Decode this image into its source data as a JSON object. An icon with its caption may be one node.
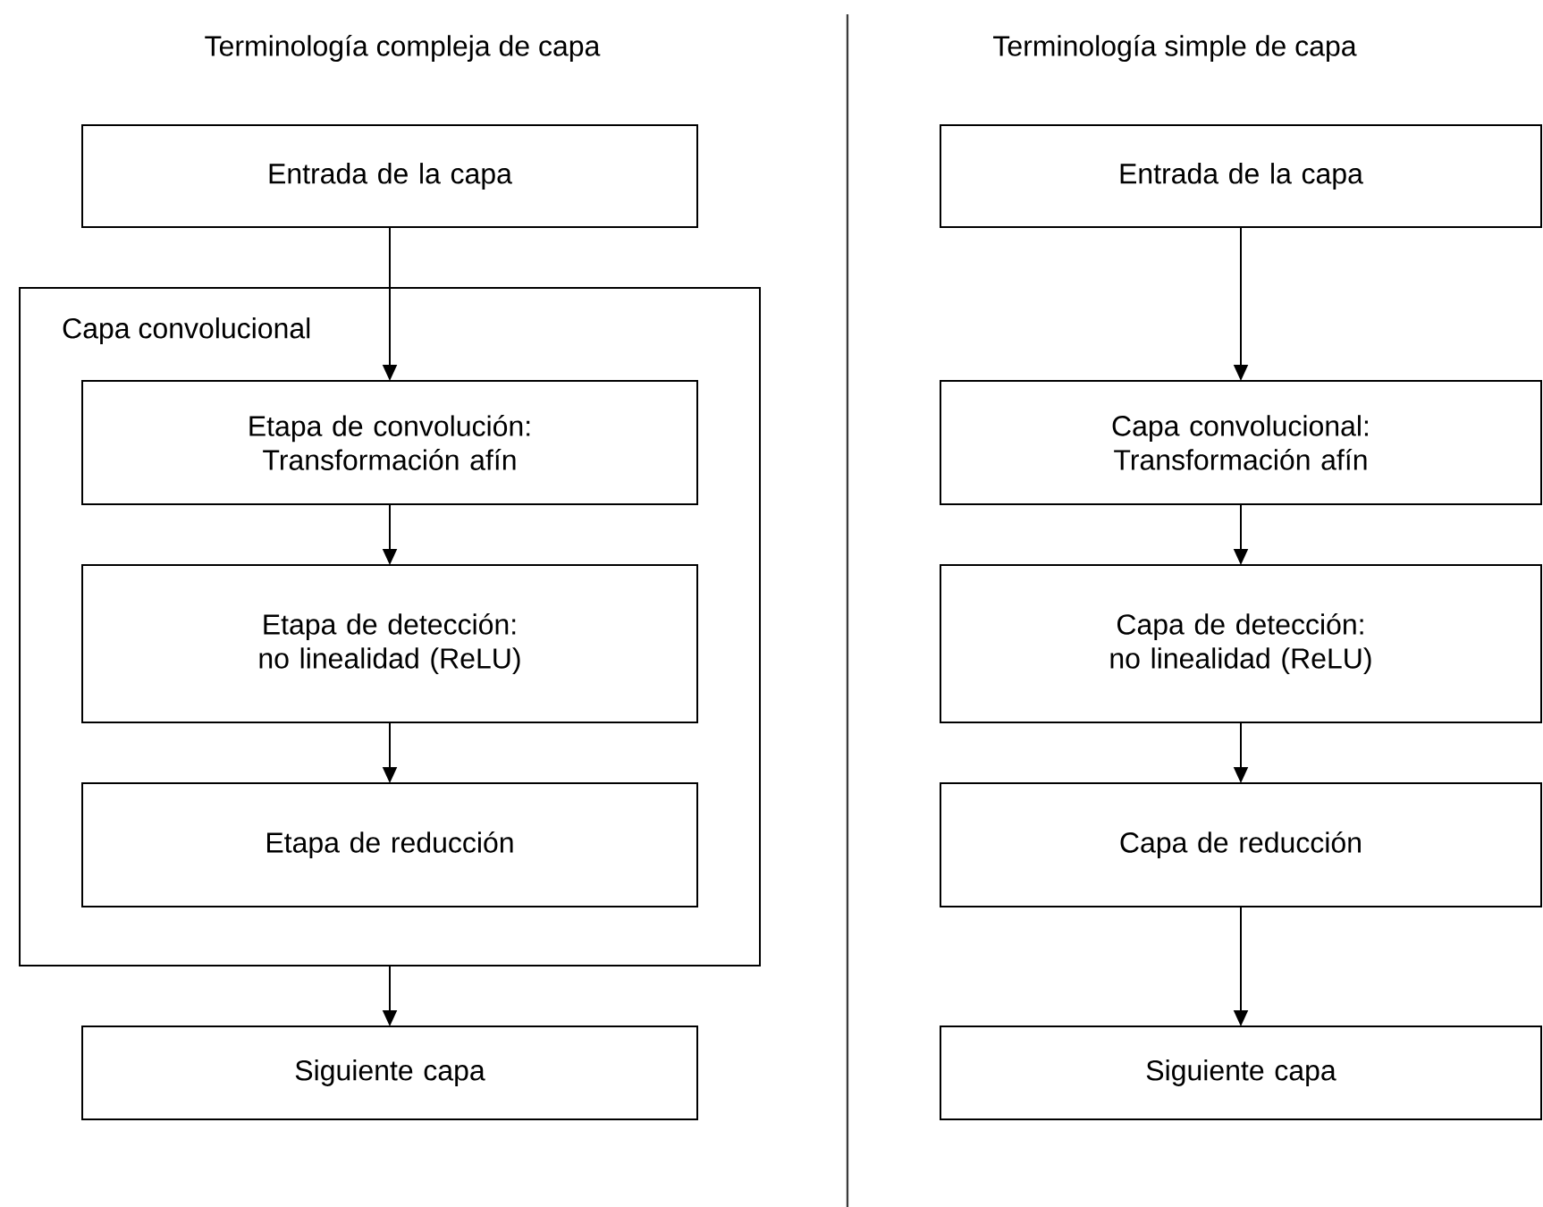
{
  "diagram": {
    "nodes": [
      {
        "text": [
          "Entrada de la capa"
        ]
      },
      {
        "text": [
          "Capa convolucional"
        ]
      },
      {
        "text": [
          "Etapa de convolución: Transformación afín"
        ],
        "in": 1
      },
      {
        "text": [
          "Etapa de detección: no linealidad (ReLU)"
        ],
        "in": 1
      },
      {
        "text": [
          "Etapa de reducción"
        ],
        "in": 1
      },
      {
        "text": [
          "Siguiente capa"
        ]
      },
      {
        "text": [
          "Entrada de la capa"
        ]
      },
      {
        "text": [
          "Capa convolucional: Transformación afín"
        ]
      },
      {
        "text": [
          "Capa de detección: no linealidad (ReLU)"
        ]
      },
      {
        "text": [
          "Capa de reducción"
        ]
      },
      {
        "text": [
          "Siguiente capa"
        ]
      }
    ],
    "edges": [
      {
        "from": 0,
        "to": 2,
        "arrow": "to"
      },
      {
        "from": 2,
        "to": 3,
        "arrow": "to"
      },
      {
        "from": 3,
        "to": 4,
        "arrow": "to"
      },
      {
        "from": 1,
        "to": 5,
        "arrow": "to"
      },
      {
        "from": 6,
        "to": 7,
        "arrow": "to"
      },
      {
        "from": 7,
        "to": 8,
        "arrow": "to"
      },
      {
        "from": 8,
        "to": 9,
        "arrow": "to"
      },
      {
        "from": 9,
        "to": 10,
        "arrow": "to"
      }
    ],
    "labels": [
      "Terminología compleja de capa",
      "Terminología simple de capa"
    ]
  }
}
